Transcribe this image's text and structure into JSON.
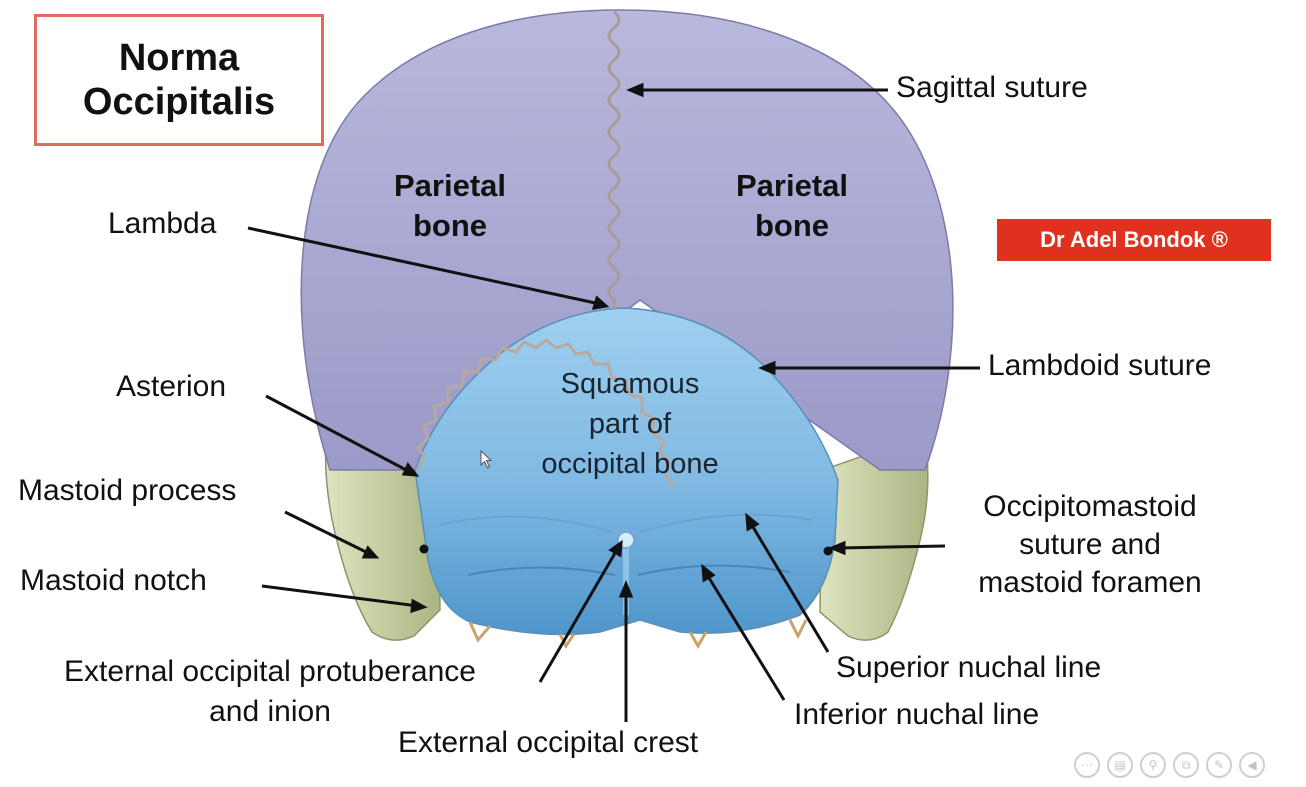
{
  "title": {
    "line1": "Norma",
    "line2": "Occipitalis"
  },
  "credit": "Dr Adel Bondok ®",
  "regions": {
    "parietal_left": {
      "line1": "Parietal",
      "line2": "bone"
    },
    "parietal_right": {
      "line1": "Parietal",
      "line2": "bone"
    },
    "squamous": {
      "line1": "Squamous",
      "line2": "part of",
      "line3": "occipital bone"
    }
  },
  "labels": {
    "sagittal_suture": "Sagittal suture",
    "lambda": "Lambda",
    "lambdoid_suture": "Lambdoid suture",
    "asterion": "Asterion",
    "mastoid_process": "Mastoid process",
    "mastoid_notch": "Mastoid notch",
    "occipitomastoid": {
      "line1": "Occipitomastoid",
      "line2": "suture and",
      "line3": "mastoid foramen"
    },
    "eop": {
      "line1": "External occipital protuberance",
      "line2": "and inion"
    },
    "external_crest": "External occipital crest",
    "superior_nuchal": "Superior nuchal line",
    "inferior_nuchal": "Inferior nuchal line"
  },
  "colors": {
    "parietal": "#a9a8d2",
    "occipital": "#8fc3e6",
    "occipital_dark": "#4f96cb",
    "mastoid": "#c3cc9c",
    "title_border": "#e26a5e",
    "credit_bg": "#e0301e"
  },
  "toolbar": {
    "icons": [
      "more-icon",
      "menu-icon",
      "zoom-icon",
      "copy-icon",
      "pen-icon",
      "back-icon"
    ]
  }
}
